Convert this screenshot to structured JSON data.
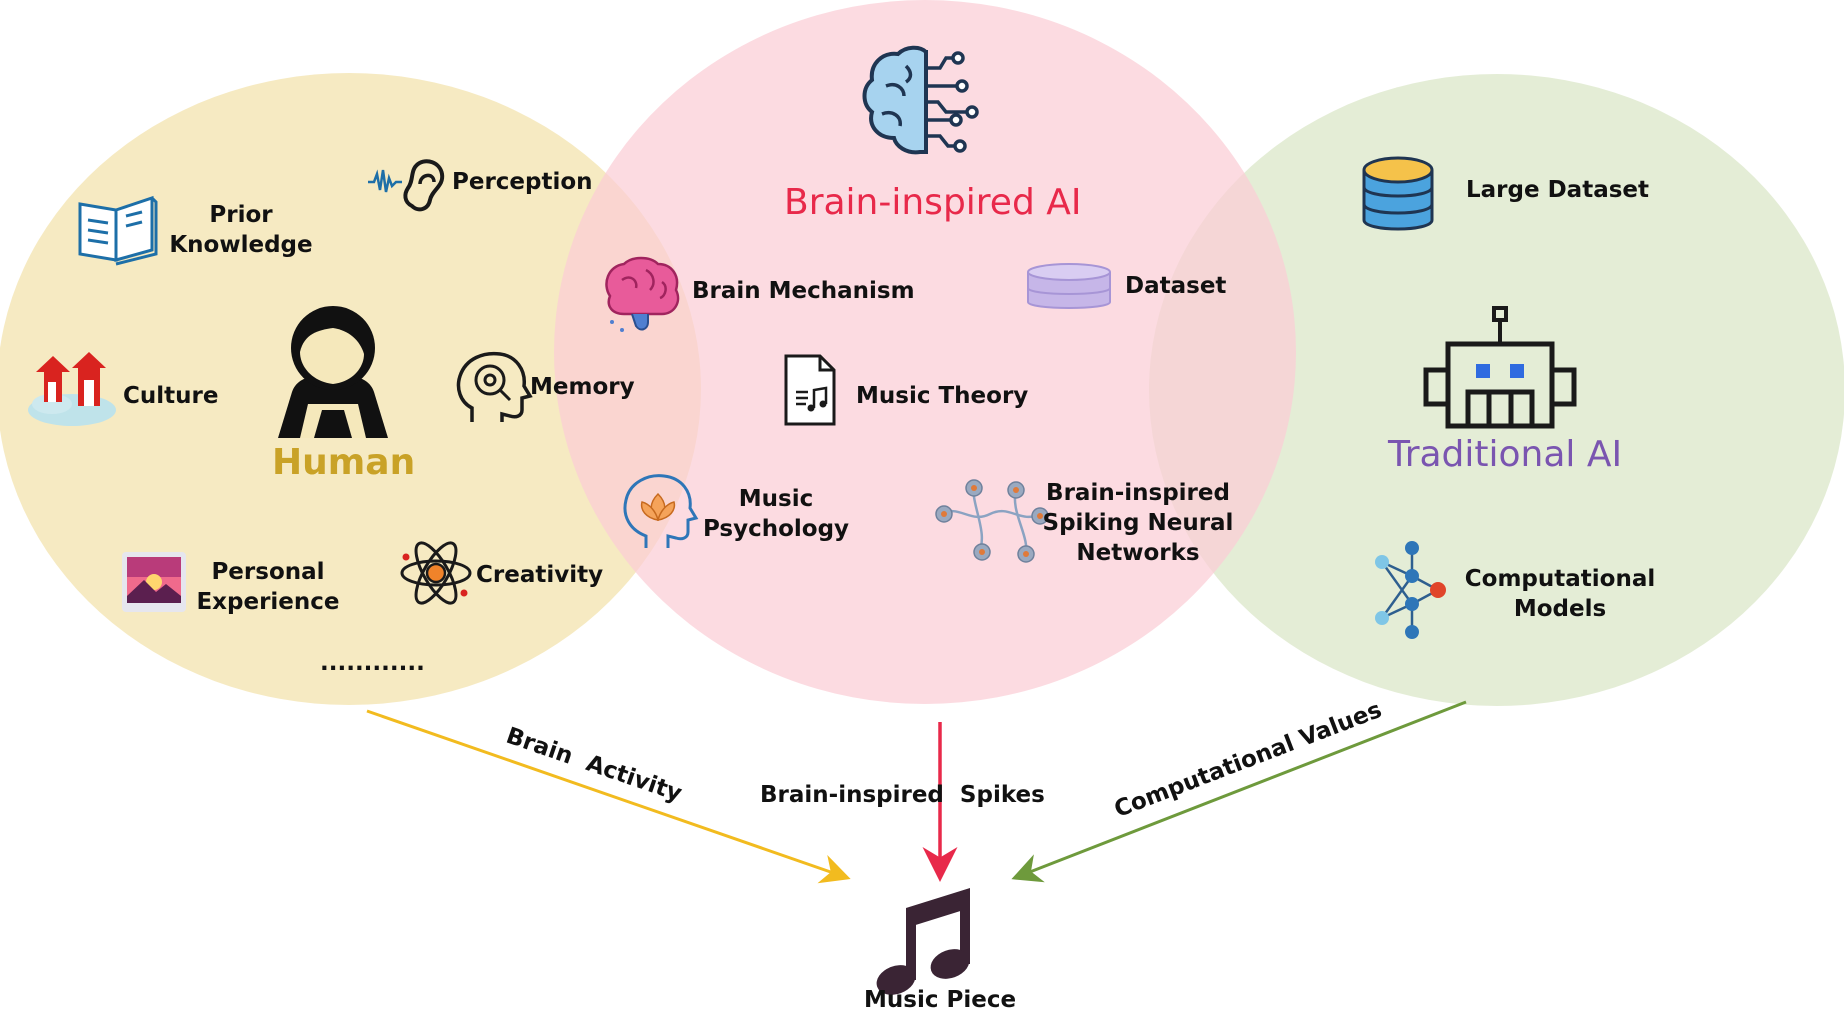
{
  "human": {
    "title": "Human",
    "items": {
      "prior_knowledge": "Prior\nKnowledge",
      "perception": "Perception",
      "culture": "Culture",
      "memory": "Memory",
      "personal_experience": "Personal\nExperience",
      "creativity": "Creativity",
      "ellipsis": "............"
    }
  },
  "brain_ai": {
    "title": "Brain-inspired AI",
    "items": {
      "brain_mechanism": "Brain Mechanism",
      "dataset": "Dataset",
      "music_theory": "Music Theory",
      "music_psychology": "Music\nPsychology",
      "snn": "Brain-inspired\nSpiking Neural\nNetworks"
    }
  },
  "traditional_ai": {
    "title": "Traditional AI",
    "items": {
      "large_dataset": "Large Dataset",
      "computational_models": "Computational\nModels"
    }
  },
  "flows": {
    "brain_activity": "Brain  Activity",
    "brain_spikes": "Brain-inspired  Spikes",
    "computational_values": "Computational Values"
  },
  "output": {
    "label": "Music Piece"
  },
  "colors": {
    "human_fill": "#f5e8bb",
    "brain_fill": "#fbd3da",
    "trad_fill": "#dfeacf",
    "human_title": "#c9a227",
    "brain_title": "#e8294a",
    "trad_title": "#7a55b0",
    "arrow_yellow": "#f2bb1f",
    "arrow_red": "#e8294a",
    "arrow_green": "#6e9a3c"
  }
}
